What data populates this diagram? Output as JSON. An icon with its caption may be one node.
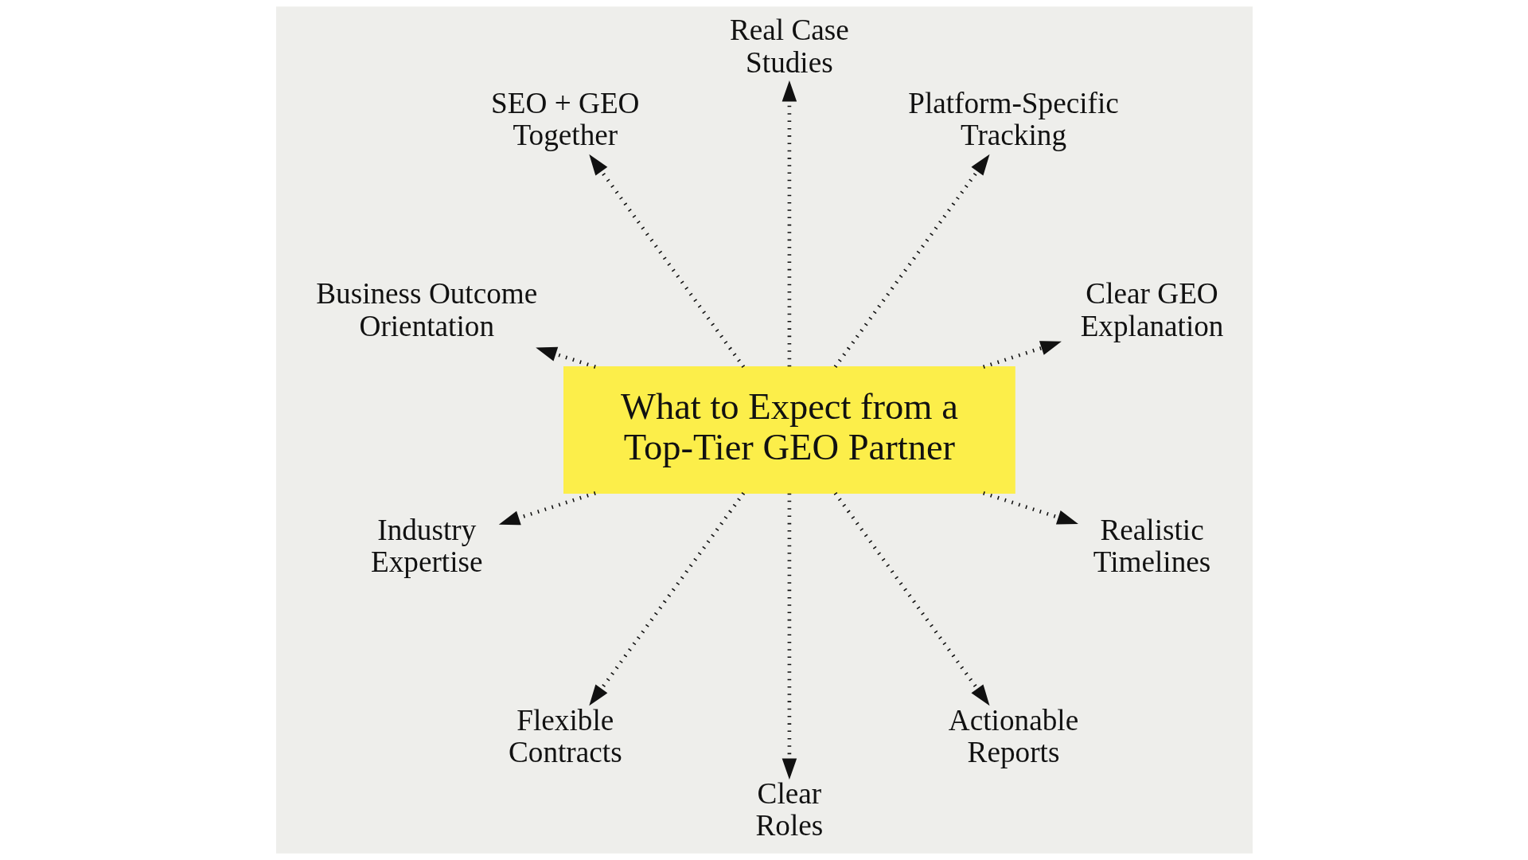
{
  "diagram": {
    "nodes": [
      {
        "text": [
          "What to Expect from a Top-Tier GEO Partner"
        ]
      },
      {
        "text": [
          "Clear GEO Explanation"
        ]
      },
      {
        "text": [
          "Platform-Specific Tracking"
        ]
      },
      {
        "text": [
          "Real Case Studies"
        ]
      },
      {
        "text": [
          "SEO + GEO Together"
        ]
      },
      {
        "text": [
          "Business Outcome Orientation"
        ]
      },
      {
        "text": [
          "Industry Expertise"
        ]
      },
      {
        "text": [
          "Flexible Contracts"
        ]
      },
      {
        "text": [
          "Clear Roles"
        ]
      },
      {
        "text": [
          "Actionable Reports"
        ]
      },
      {
        "text": [
          "Realistic Timelines"
        ]
      }
    ],
    "edges": [
      {
        "from": 0,
        "to": 1,
        "arrow": "to",
        "style": "dashed"
      },
      {
        "from": 0,
        "to": 2,
        "arrow": "to",
        "style": "dashed"
      },
      {
        "from": 0,
        "to": 3,
        "arrow": "to",
        "style": "dashed"
      },
      {
        "from": 0,
        "to": 4,
        "arrow": "to",
        "style": "dashed"
      },
      {
        "from": 0,
        "to": 6,
        "arrow": "to",
        "style": "dashed"
      },
      {
        "from": 0,
        "to": 10,
        "arrow": "to",
        "style": "dashed"
      },
      {
        "from": 0,
        "to": 9,
        "arrow": "to",
        "style": "dashed"
      },
      {
        "from": 0,
        "to": 8,
        "arrow": "to",
        "style": "dashed"
      },
      {
        "from": 0,
        "to": 7,
        "arrow": "to",
        "style": "dashed"
      },
      {
        "from": 0,
        "to": 5,
        "arrow": "to",
        "style": "dashed"
      }
    ]
  }
}
